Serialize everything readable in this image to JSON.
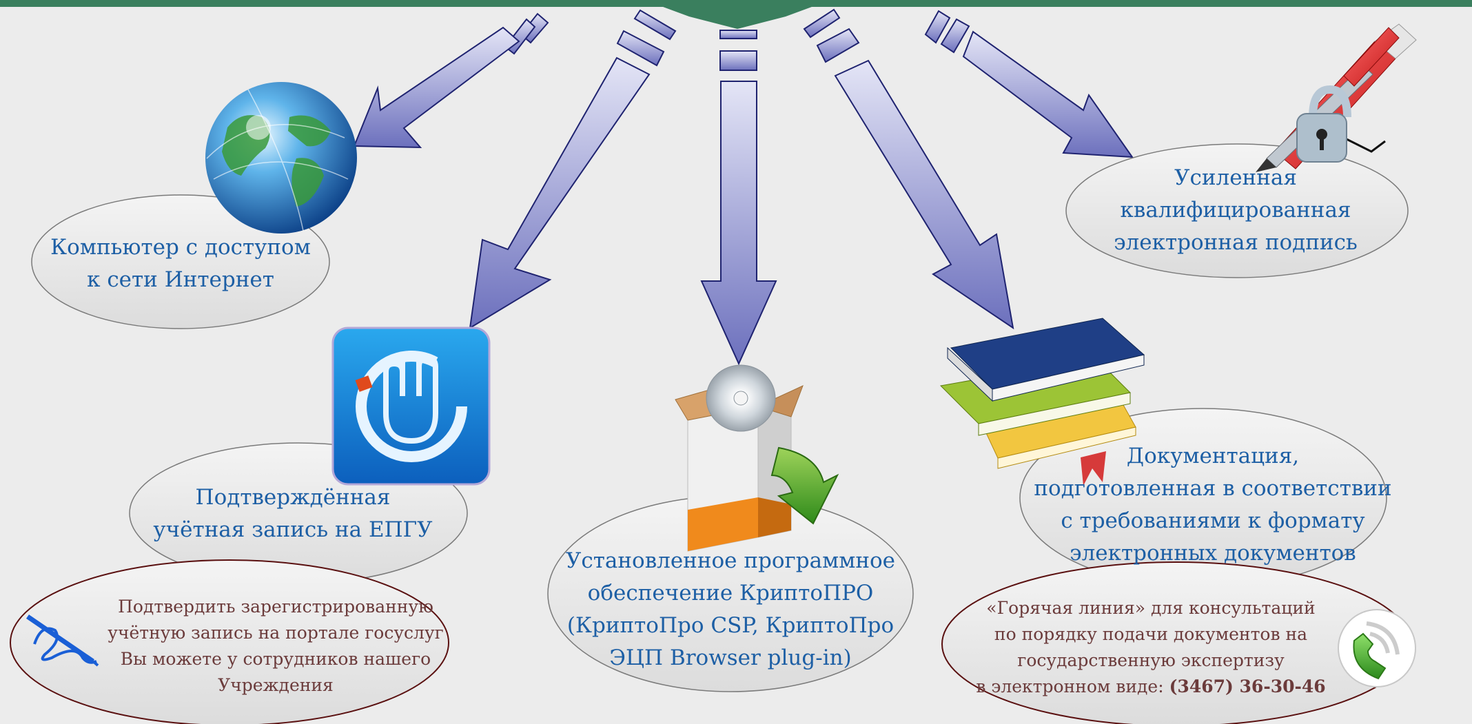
{
  "colors": {
    "header_bar": "#3a7f5e",
    "arrow_fill": "#9b9fd6",
    "arrow_stroke": "#1f2370",
    "requirement_text": "#1d5fa5",
    "note_text": "#6b3b3b",
    "note_border": "#5a1010"
  },
  "requirements": [
    {
      "id": "computer",
      "icon": "globe-icon",
      "lines": [
        "Компьютер с доступом",
        "к сети Интернет"
      ]
    },
    {
      "id": "account",
      "icon": "touch-app-icon",
      "lines": [
        "Подтверждённая",
        "учётная запись на ЕПГУ"
      ]
    },
    {
      "id": "software",
      "icon": "software-box-cd-icon",
      "lines": [
        "Установленное программное",
        "обеспечение КриптоПРО",
        "(КриптоПро CSP, КриптоПро",
        "ЭЦП Browser plug-in)"
      ]
    },
    {
      "id": "documents",
      "icon": "books-icon",
      "lines": [
        "Документация,",
        "подготовленная в соответствии",
        "с требованиями к формату",
        "электронных документов"
      ]
    },
    {
      "id": "signature",
      "icon": "usb-pen-lock-icon",
      "lines": [
        "Усиленная",
        "квалифицированная",
        "электронная подпись"
      ]
    }
  ],
  "notes": {
    "confirm": {
      "icon": "signature-pen-icon",
      "lines": [
        "Подтвердить зарегистрированную",
        "учётную запись на портале госуслуг",
        "Вы можете у сотрудников нашего",
        "Учреждения"
      ]
    },
    "hotline": {
      "icon": "phone-icon",
      "lines": [
        "«Горячая линия» для консультаций",
        "по порядку подачи документов на",
        "государственную экспертизу"
      ],
      "last_prefix": "в электронном виде: ",
      "phone": "(3467) 36-30-46"
    }
  }
}
